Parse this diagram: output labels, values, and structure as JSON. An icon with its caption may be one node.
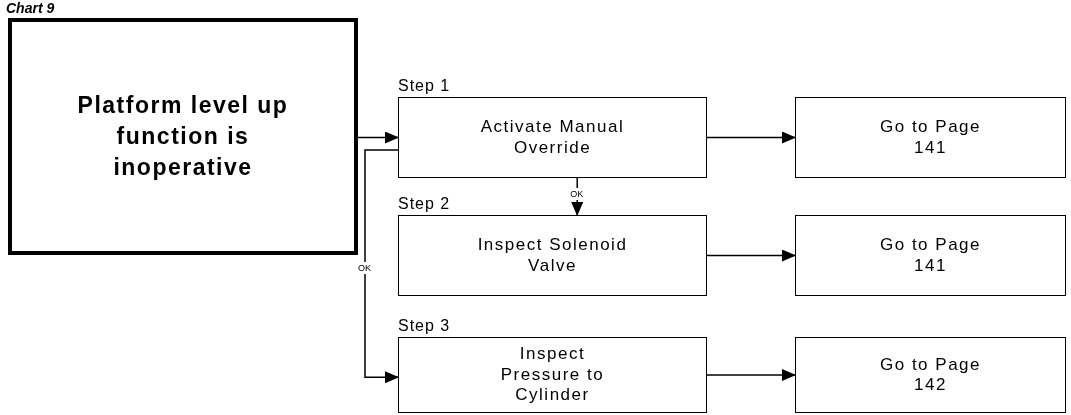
{
  "diagram": {
    "title": "Chart 9",
    "nodes": [
      {
        "text": [
          "Platform level up function is inoperative"
        ]
      },
      {
        "text": [
          "Activate Manual Override"
        ],
        "beside": [
          "Step 1"
        ]
      },
      {
        "text": [
          "Go to Page 141"
        ]
      },
      {
        "text": [
          "Inspect Solenoid Valve"
        ],
        "beside": [
          "Step 2"
        ]
      },
      {
        "text": [
          "Go to Page 141"
        ]
      },
      {
        "text": [
          "Inspect Pressure to Cylinder"
        ],
        "beside": [
          "Step 3"
        ]
      },
      {
        "text": [
          "Go to Page 142"
        ]
      }
    ],
    "edges": [
      {
        "from": 0,
        "to": 1,
        "arrow": "to"
      },
      {
        "from": 1,
        "to": 2,
        "arrow": "to"
      },
      {
        "from": 1,
        "to": 3,
        "arrow": "to",
        "label": "OK"
      },
      {
        "from": 1,
        "to": 5,
        "arrow": "to",
        "label": "OK"
      },
      {
        "from": 3,
        "to": 4,
        "arrow": "to"
      },
      {
        "from": 5,
        "to": 6,
        "arrow": "to"
      }
    ]
  }
}
